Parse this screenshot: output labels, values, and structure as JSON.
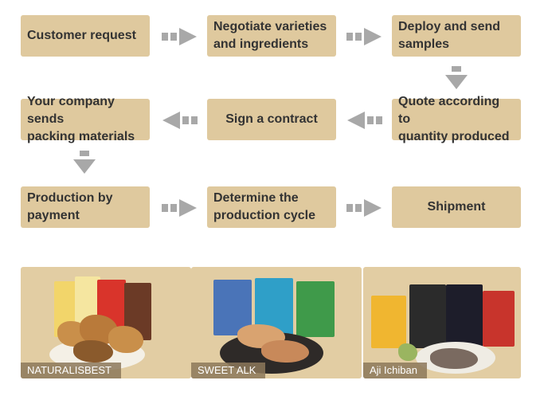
{
  "flow": {
    "steps": [
      "Customer request",
      "Negotiate varieties\nand ingredients",
      "Deploy and send\nsamples",
      "Quote according to\nquantity produced",
      "Sign a contract",
      "Your company sends\npacking materials",
      "Production by\npayment",
      "Determine the\nproduction cycle",
      "Shipment"
    ]
  },
  "colors": {
    "box": "#dfc99e",
    "arrow": "#a8a8a8",
    "text": "#333333"
  },
  "brands": [
    "NATURALISBEST",
    "SWEET ALK",
    "Aji Ichiban"
  ]
}
